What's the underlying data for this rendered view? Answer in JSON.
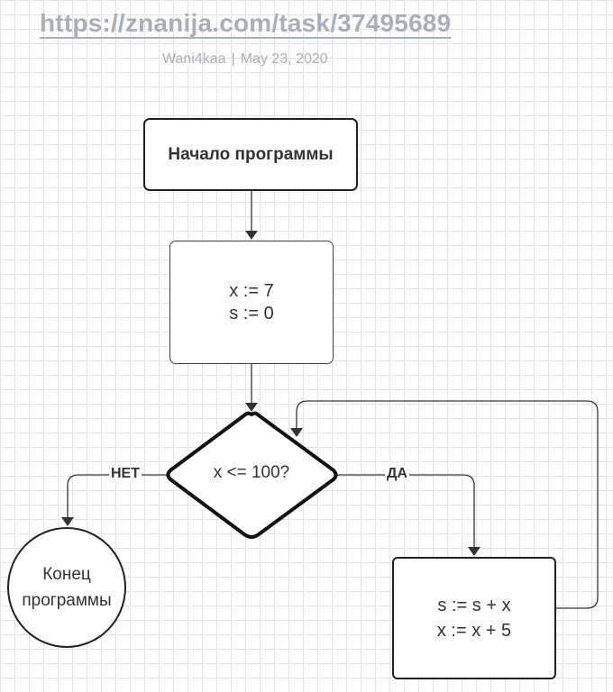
{
  "header": {
    "url": "https://znanija.com/task/37495689",
    "author": "Wani4kaa",
    "separator": "|",
    "date": "May 23, 2020"
  },
  "flowchart": {
    "start": "Начало программы",
    "init_lines": [
      "x := 7",
      "s := 0"
    ],
    "condition": "x <= 100?",
    "no_label": "НЕТ",
    "yes_label": "ДА",
    "loop_lines": [
      "s := s + x",
      "x := x + 5"
    ],
    "end_lines": [
      "Конец",
      "программы"
    ]
  }
}
